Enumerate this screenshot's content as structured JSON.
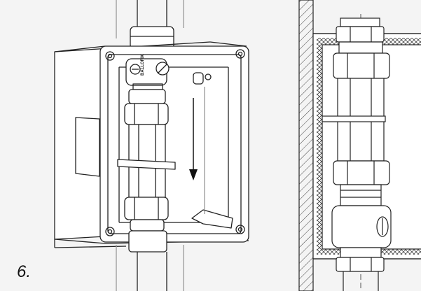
{
  "step": {
    "label": "6."
  },
  "valve": {
    "brand": "BALLOFIX"
  },
  "icons": {
    "left": "installation-box-perspective-illustration",
    "right": "installation-box-section-illustration",
    "arrow": "down-arrow-icon"
  }
}
